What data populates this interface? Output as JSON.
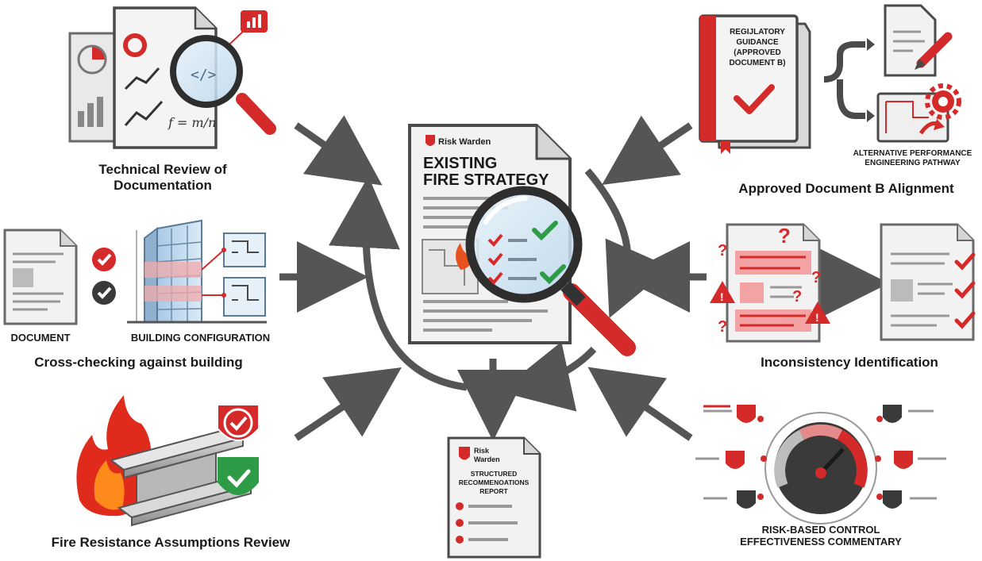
{
  "brand": "Risk Warden",
  "center_doc": {
    "brand": "Risk Warden",
    "title_line1": "EXISTING",
    "title_line2": "FIRE STRATEGY"
  },
  "report": {
    "brand_line1": "Risk",
    "brand_line2": "Warden",
    "title_line1": "STRUCTURED",
    "title_line2": "RECOMMENOATIONS",
    "title_line3": "REPORT"
  },
  "technical_review": {
    "title_line1": "Technical Review of",
    "title_line2": "Documentation",
    "formula": "f = m/n",
    "code_glyph": "</>"
  },
  "regulatory": {
    "book_line1": "REGIJLATORY",
    "book_line2": "GUIDANCE",
    "book_line3": "(APPROVED",
    "book_line4": "DOCUMENT B)",
    "alt_line1": "ALTERNATIVE PERFORMANCE",
    "alt_line2": "ENGINEERING PATHWAY",
    "title": "Approved Document B Alignment"
  },
  "cross_check": {
    "doc_label": "DOCUMENT",
    "building_label": "BUILDING CONFIGURATION",
    "title": "Cross-checking against building"
  },
  "inconsistency": {
    "title": "Inconsistency Identification"
  },
  "fire_resistance": {
    "title": "Fire Resistance Assumptions Review"
  },
  "risk_control": {
    "title_line1": "RISK-BASED CONTROL",
    "title_line2": "EFFECTIVENESS COMMENTARY"
  },
  "colors": {
    "brand_red": "#d42a2a",
    "dark_gray": "#4a4a4a",
    "arrow_gray": "#555555",
    "paper": "#f3f3f3",
    "success_green": "#2e9b47",
    "glass_blue": "#cfe4f3"
  },
  "icons": [
    "magnifier-icon",
    "check-icon",
    "shield-icon",
    "warning-icon",
    "question-icon",
    "gauge-icon",
    "gear-icon",
    "pencil-icon",
    "flame-icon",
    "steel-beam-icon",
    "building-icon",
    "floorplan-icon",
    "bar-chart-icon",
    "pie-chart-icon"
  ]
}
